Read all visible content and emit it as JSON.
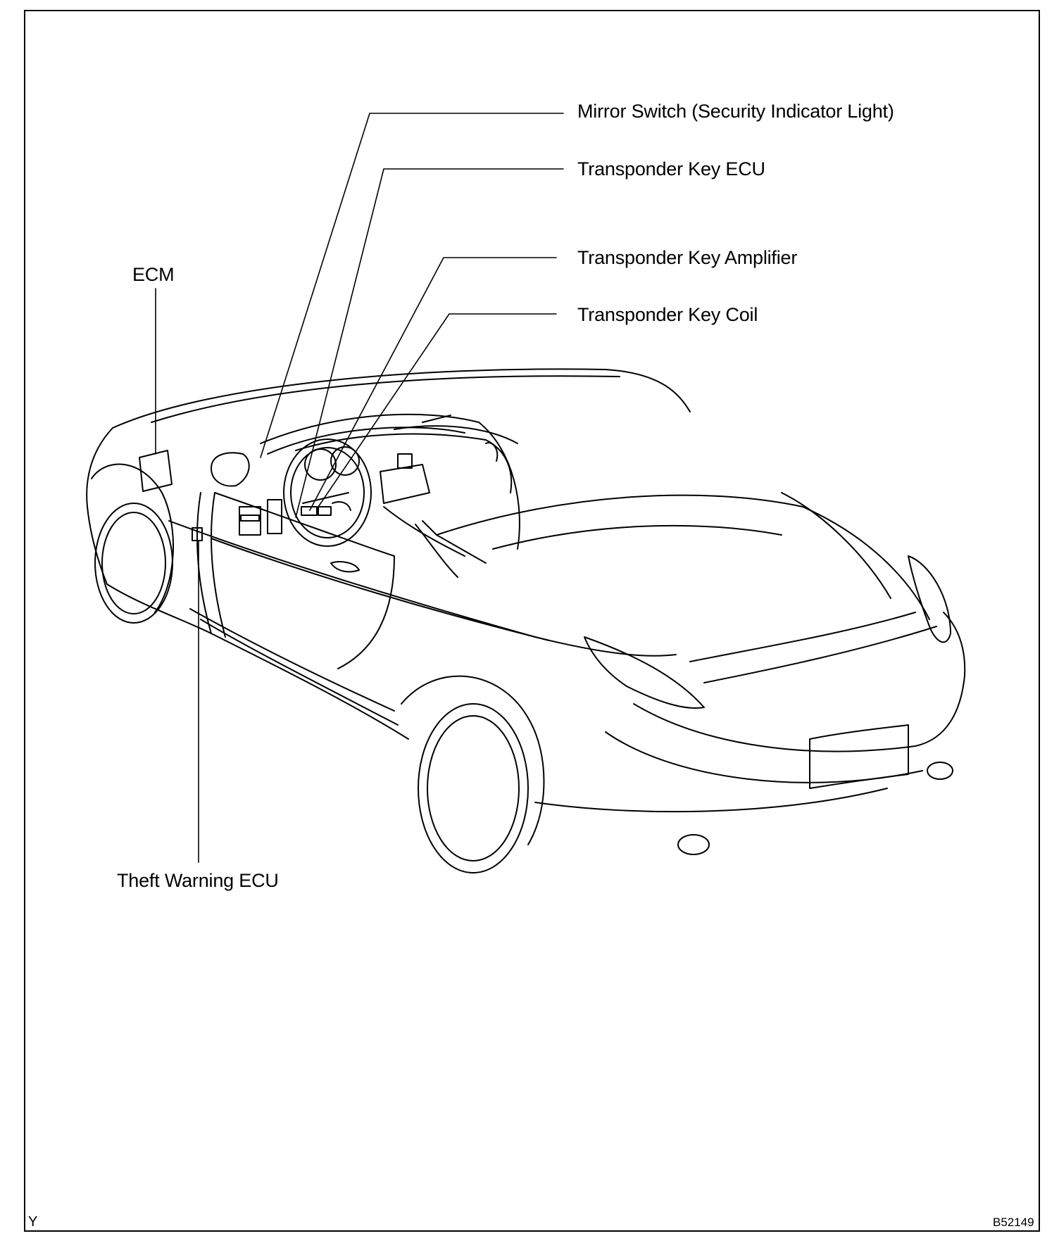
{
  "labels": {
    "mirror_switch": "Mirror Switch (Security Indicator Light)",
    "transponder_key_ecu": "Transponder Key ECU",
    "transponder_key_amplifier": "Transponder Key Amplifier",
    "transponder_key_coil": "Transponder Key Coil",
    "ecm": "ECM",
    "theft_warning_ecu": "Theft Warning ECU"
  },
  "corner": {
    "left_code": "Y",
    "figure_code": "B52149"
  }
}
